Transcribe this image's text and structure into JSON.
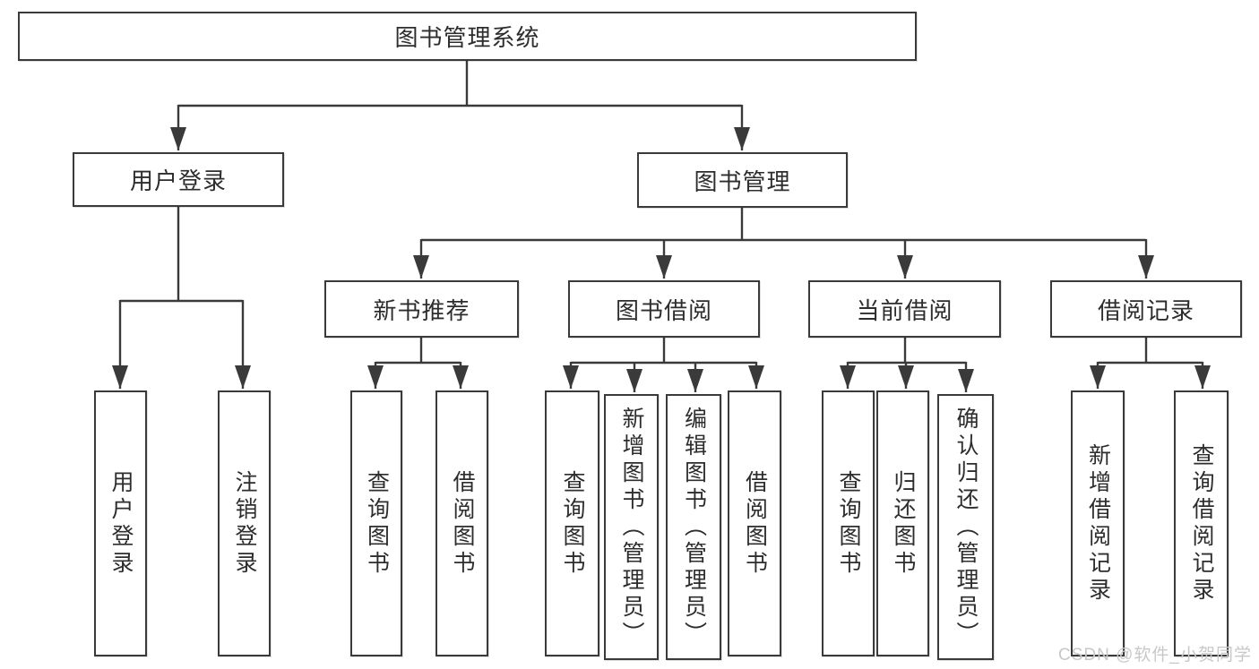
{
  "colors": {
    "page_bg": "#ffffff",
    "box_bg": "#ffffff",
    "box_border": "#3a3a3a",
    "line": "#3a3a3a",
    "text": "#2d2d2d",
    "watermark": "#c8c8c8"
  },
  "watermark": {
    "text": "CSDN @软件_小贺同学"
  },
  "tree": {
    "root": {
      "label": "图书管理系统"
    },
    "level2": [
      {
        "label": "用户登录"
      },
      {
        "label": "图书管理"
      }
    ],
    "level3": [
      {
        "label": "新书推荐"
      },
      {
        "label": "图书借阅"
      },
      {
        "label": "当前借阅"
      },
      {
        "label": "借阅记录"
      }
    ],
    "leaves": {
      "user": [
        "用户登录",
        "注销登录"
      ],
      "recommend": [
        "查询图书",
        "借阅图书"
      ],
      "borrow": [
        "查询图书",
        "新增图书（管理员）",
        "编辑图书（管理员）",
        "借阅图书"
      ],
      "current": [
        "查询图书",
        "归还图书",
        "确认归还（管理员）"
      ],
      "records": [
        "新增借阅记录",
        "查询借阅记录"
      ]
    }
  }
}
